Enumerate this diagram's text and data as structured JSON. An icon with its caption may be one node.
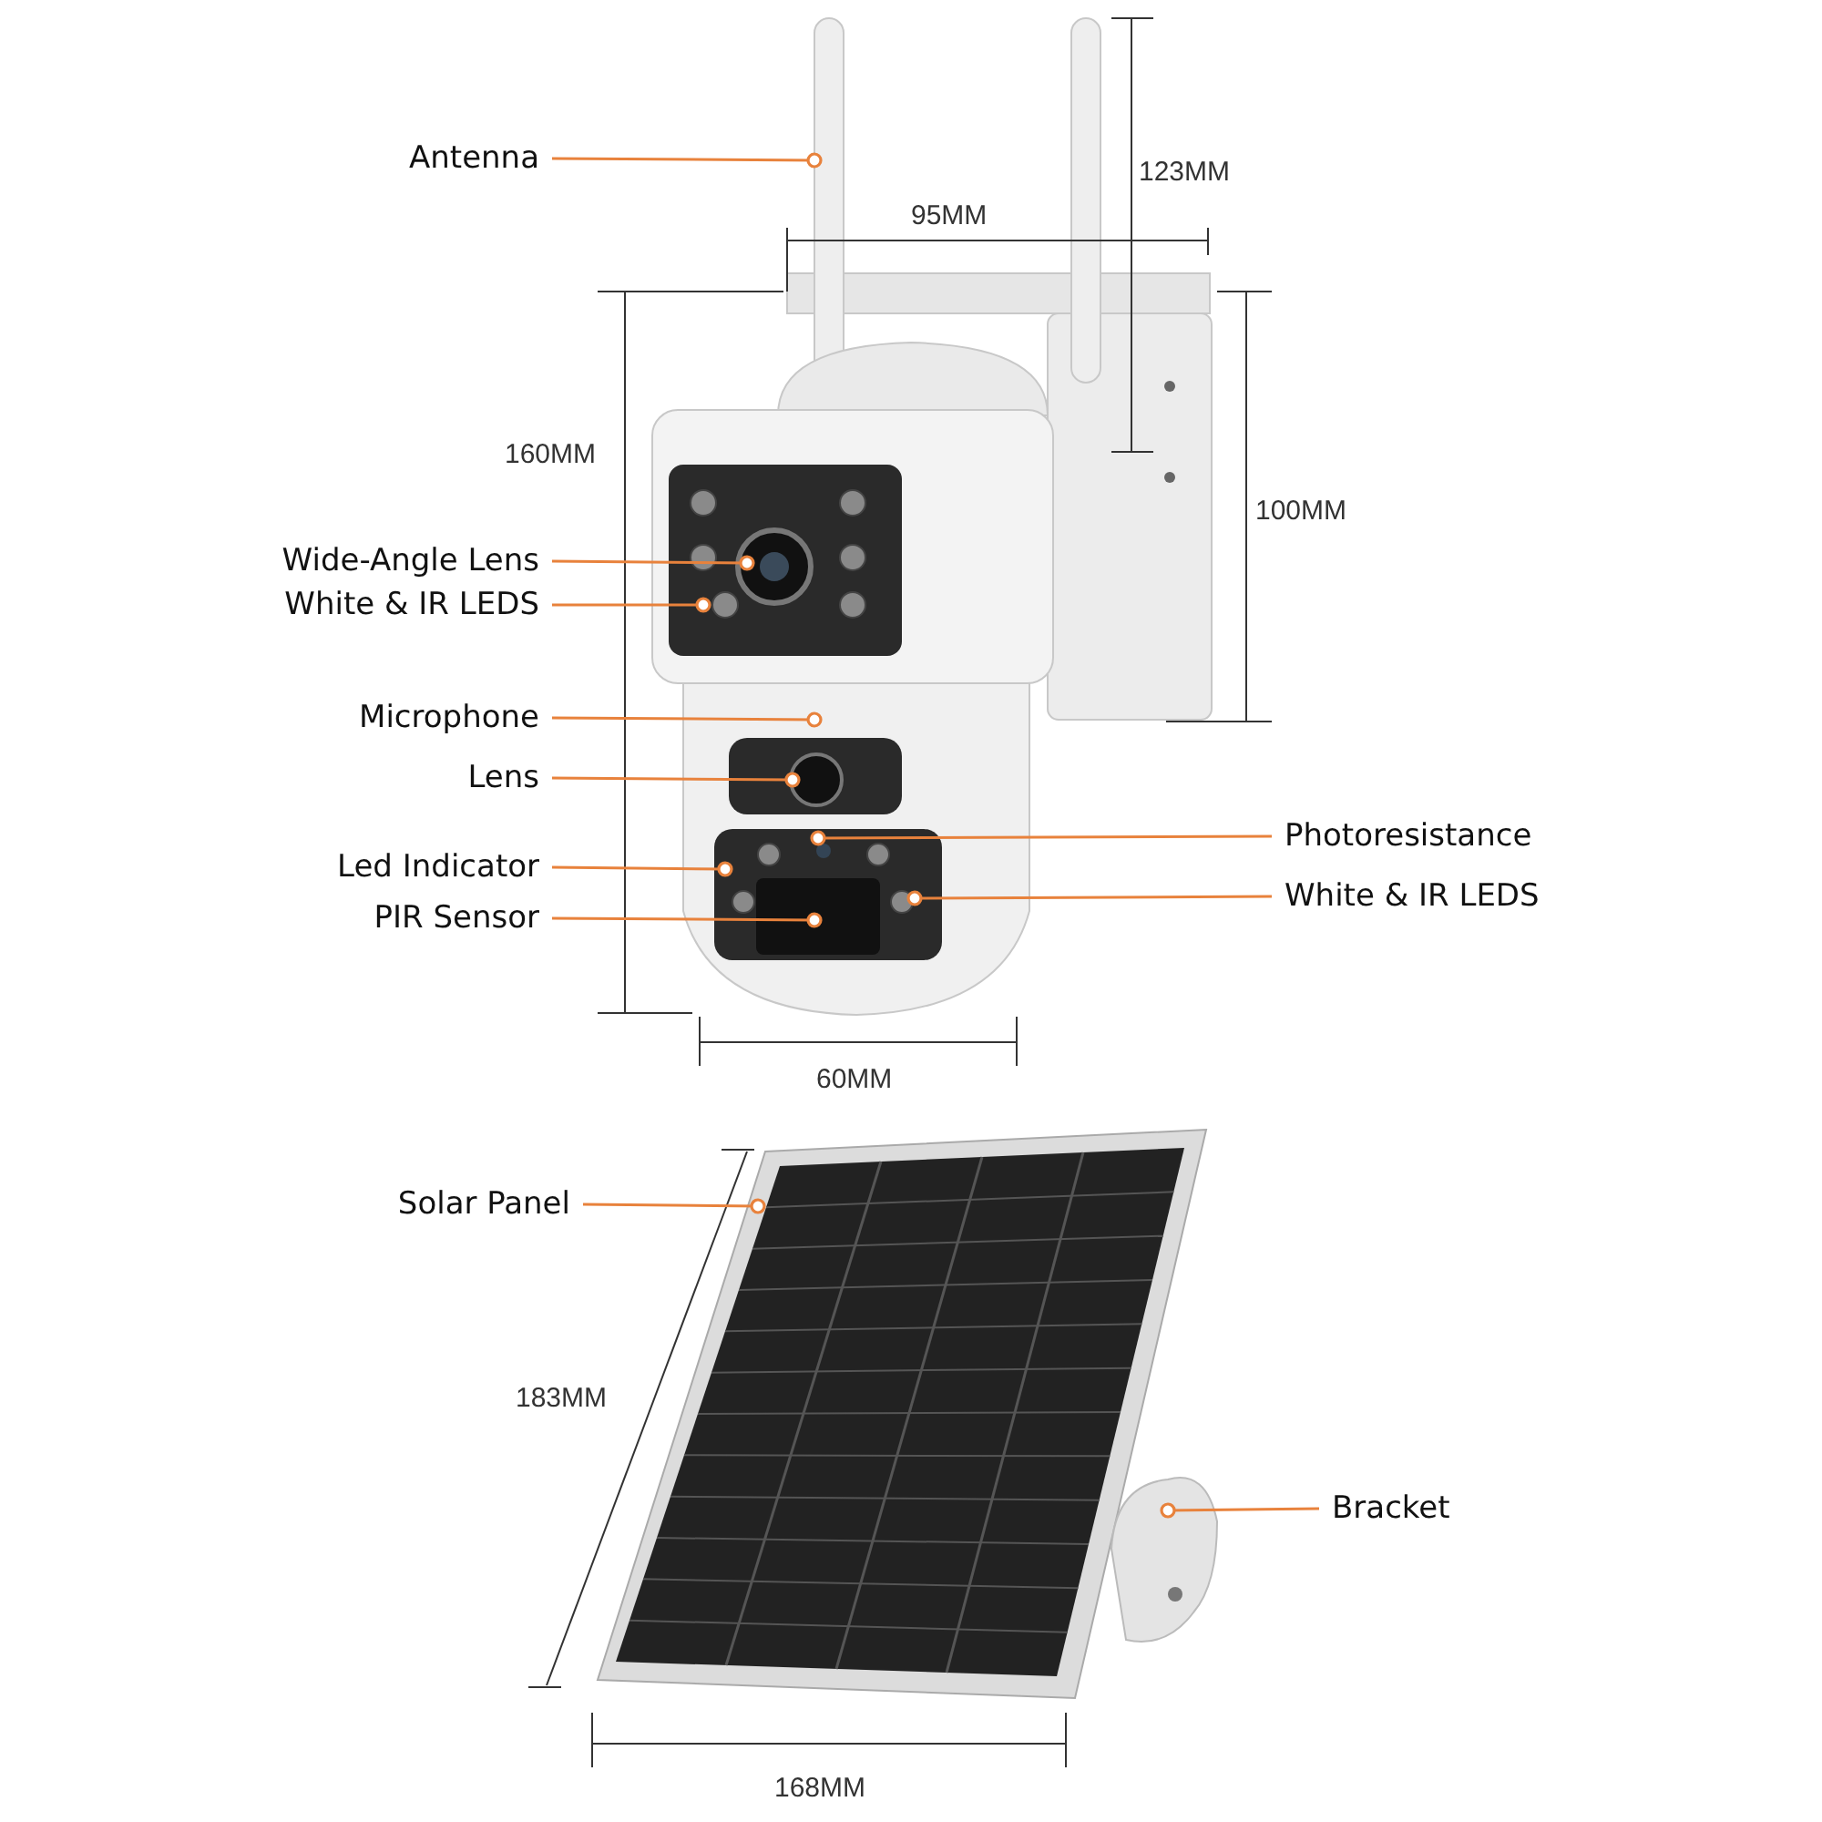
{
  "diagram": {
    "nodes": [
      {
        "text": [
          "Antenna"
        ]
      },
      {
        "text": [
          "Wide-Angle Lens"
        ]
      },
      {
        "text": [
          "White & IR LEDS"
        ]
      },
      {
        "text": [
          "Microphone"
        ]
      },
      {
        "text": [
          "Lens"
        ]
      },
      {
        "text": [
          "Led Indicator"
        ]
      },
      {
        "text": [
          "PIR Sensor"
        ]
      },
      {
        "text": [
          "Photoresistance"
        ]
      },
      {
        "text": [
          "White & IR LEDS"
        ]
      },
      {
        "text": [
          "Solar Panel"
        ]
      },
      {
        "text": [
          "Bracket"
        ]
      },
      {
        "text": [],
        "shape": "picture"
      },
      {
        "text": [],
        "shape": "picture"
      }
    ],
    "edges": [
      {
        "from": 0,
        "to": null,
        "arrow": "other"
      },
      {
        "from": 1,
        "to": null,
        "arrow": "other"
      },
      {
        "from": 2,
        "to": null,
        "arrow": "other"
      },
      {
        "from": 3,
        "to": null,
        "arrow": "other"
      },
      {
        "from": 4,
        "to": null,
        "arrow": "other"
      },
      {
        "from": 5,
        "to": null,
        "arrow": "other"
      },
      {
        "from": 6,
        "to": null,
        "arrow": "other"
      },
      {
        "from": 7,
        "to": null,
        "arrow": "other"
      },
      {
        "from": 8,
        "to": null,
        "arrow": "other"
      },
      {
        "from": 9,
        "to": 11,
        "arrow": "other"
      },
      {
        "from": 10,
        "to": 12,
        "arrow": "other"
      }
    ],
    "labels": [
      "123MM",
      "95MM",
      "160MM",
      "100MM",
      "60MM",
      "183MM",
      "168MM"
    ]
  }
}
